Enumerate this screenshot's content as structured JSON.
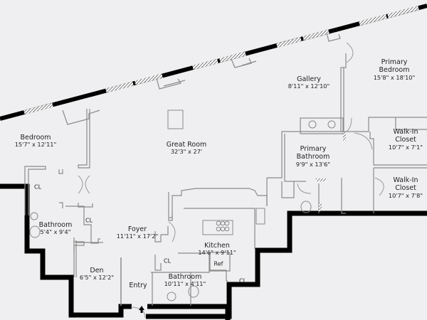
{
  "plan": {
    "rooms": [
      {
        "name": "Bedroom",
        "dims": "15'7\" x 12'11\""
      },
      {
        "name": "Great Room",
        "dims": "32'3\" x 27'"
      },
      {
        "name": "Gallery",
        "dims": "8'11\" x 12'10\""
      },
      {
        "name": "Primary Bedroom",
        "name_line1": "Primary",
        "name_line2": "Bedroom",
        "dims": "15'8\" x 18'10\""
      },
      {
        "name": "Walk-In Closet",
        "name_line1": "Walk-In",
        "name_line2": "Closet",
        "dims": "10'7\" x 7'1\""
      },
      {
        "name": "Primary Bathroom",
        "name_line1": "Primary",
        "name_line2": "Bathroom",
        "dims": "9'9\" x 13'6\""
      },
      {
        "name": "Walk-In Closet",
        "name_line1": "Walk-In",
        "name_line2": "Closet",
        "dims": "10'7\" x 7'8\""
      },
      {
        "name": "Bathroom",
        "dims": "5'4\" x 9'4\""
      },
      {
        "name": "Foyer",
        "dims": "11'11\" x 17'2\""
      },
      {
        "name": "Kitchen",
        "dims": "14'6\" x 9'11\""
      },
      {
        "name": "Den",
        "dims": "6'5\" x 12'2\""
      },
      {
        "name": "Bathroom",
        "dims": "10'11\" x 4'11\""
      },
      {
        "name": "Entry"
      }
    ],
    "closets": [
      "CL",
      "CL",
      "CL",
      "CL"
    ],
    "appliances": {
      "ref": "Ref"
    },
    "colors": {
      "background": "#efeff1",
      "wall": "#000000",
      "line": "#7a7a7a",
      "text": "#1e1e1e"
    }
  }
}
